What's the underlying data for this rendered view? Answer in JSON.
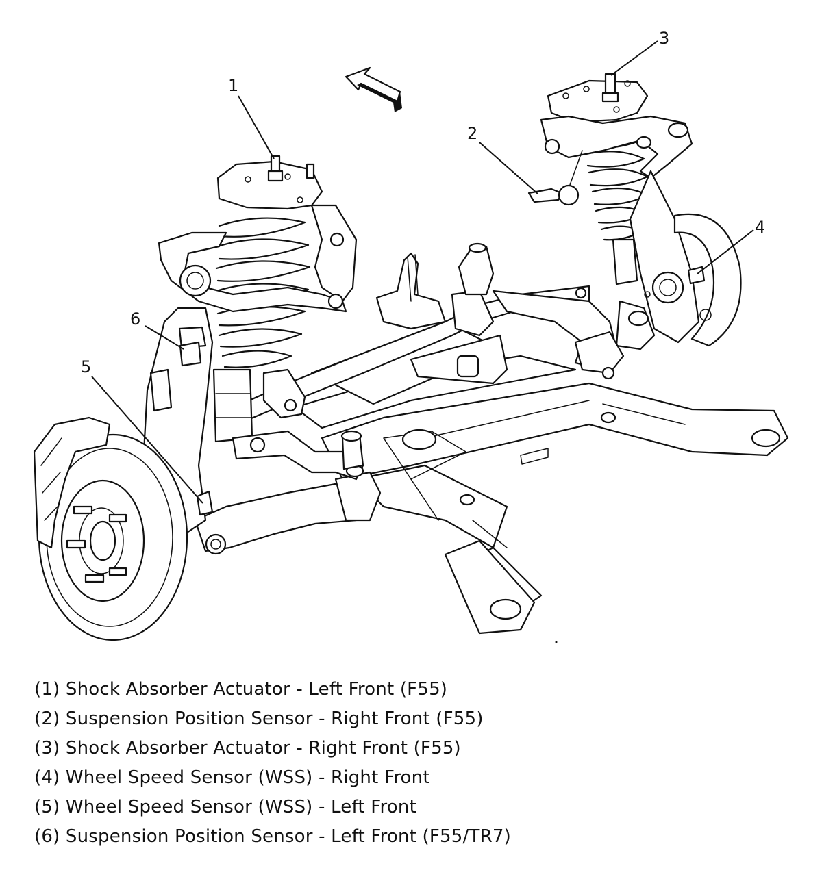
{
  "callouts": [
    {
      "num": "1",
      "name": "Shock Absorber Actuator - Left Front (F55)"
    },
    {
      "num": "2",
      "name": "Suspension Position Sensor - Right Front (F55)"
    },
    {
      "num": "3",
      "name": "Shock Absorber Actuator - Right Front (F55)"
    },
    {
      "num": "4",
      "name": "Wheel Speed Sensor (WSS) - Right Front"
    },
    {
      "num": "5",
      "name": "Wheel Speed Sensor (WSS) - Left Front"
    },
    {
      "num": "6",
      "name": "Suspension Position Sensor - Left Front (F55/TR7)"
    }
  ],
  "legend": [
    "(1) Shock Absorber Actuator - Left Front (F55)",
    "(2) Suspension Position Sensor - Right Front (F55)",
    "(3) Shock Absorber Actuator - Right Front (F55)",
    "(4) Wheel Speed Sensor (WSS) - Right Front",
    "(5) Wheel Speed Sensor (WSS) - Left Front",
    "(6) Suspension Position Sensor - Left Front (F55/TR7)"
  ],
  "colors": {
    "line": "#111111",
    "background": "#ffffff"
  },
  "icons": {
    "direction_arrow": "front-direction-arrow-icon"
  }
}
